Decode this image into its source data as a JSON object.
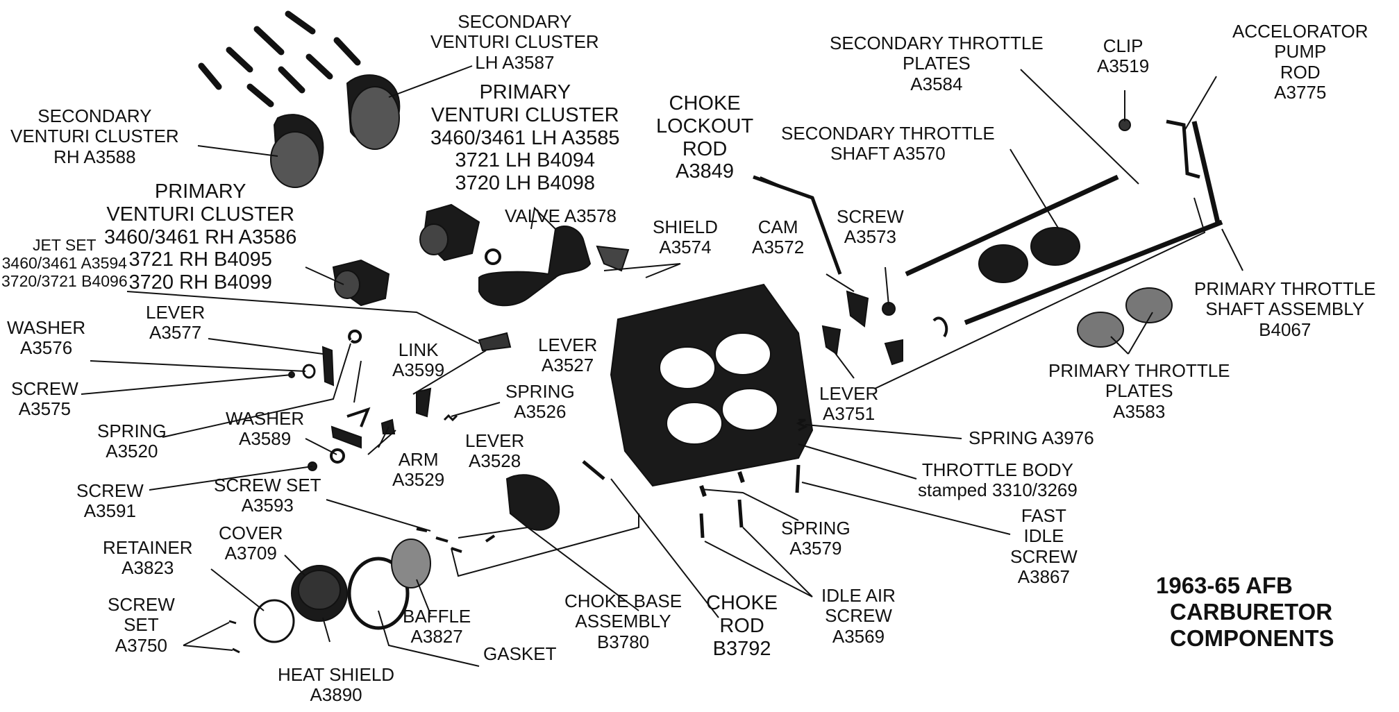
{
  "title": {
    "lines": [
      "1963-65 AFB",
      "CARBURETOR",
      "COMPONENTS"
    ]
  },
  "labels": [
    {
      "id": "secondary-venturi-lh",
      "lines": [
        "SECONDARY",
        "VENTURI CLUSTER",
        "LH  A3587"
      ]
    },
    {
      "id": "primary-venturi-lh",
      "lines": [
        "PRIMARY",
        "VENTURI CLUSTER",
        "3460/3461  LH  A3585",
        "3721  LH  B4094",
        "3720  LH  B4098"
      ]
    },
    {
      "id": "secondary-venturi-rh",
      "lines": [
        "SECONDARY",
        "VENTURI CLUSTER",
        "RH  A3588"
      ]
    },
    {
      "id": "primary-venturi-rh",
      "lines": [
        "PRIMARY",
        "VENTURI CLUSTER",
        "3460/3461  RH  A3586",
        "3721  RH  B4095",
        "3720  RH  B4099"
      ]
    },
    {
      "id": "jet-set",
      "lines": [
        "JET SET",
        "3460/3461 A3594",
        "3720/3721 B4096"
      ]
    },
    {
      "id": "washer-a3576",
      "lines": [
        "WASHER",
        "A3576"
      ]
    },
    {
      "id": "lever-a3577",
      "lines": [
        "LEVER",
        "A3577"
      ]
    },
    {
      "id": "screw-a3575",
      "lines": [
        "SCREW",
        "A3575"
      ]
    },
    {
      "id": "spring-a3520",
      "lines": [
        "SPRING",
        "A3520"
      ]
    },
    {
      "id": "link-a3599",
      "lines": [
        "LINK",
        "A3599"
      ]
    },
    {
      "id": "lever-a3527",
      "lines": [
        "LEVER",
        "A3527"
      ]
    },
    {
      "id": "spring-a3526",
      "lines": [
        "SPRING",
        "A3526"
      ]
    },
    {
      "id": "washer-a3589",
      "lines": [
        "WASHER",
        "A3589"
      ]
    },
    {
      "id": "arm-a3529",
      "lines": [
        "ARM",
        "A3529"
      ]
    },
    {
      "id": "lever-a3528",
      "lines": [
        "LEVER",
        "A3528"
      ]
    },
    {
      "id": "screw-a3591",
      "lines": [
        "SCREW",
        "A3591"
      ]
    },
    {
      "id": "screw-set-a3593",
      "lines": [
        "SCREW SET",
        "A3593"
      ]
    },
    {
      "id": "retainer-a3823",
      "lines": [
        "RETAINER",
        "A3823"
      ]
    },
    {
      "id": "cover-a3709",
      "lines": [
        "COVER",
        "A3709"
      ]
    },
    {
      "id": "screw-set-a3750",
      "lines": [
        "SCREW",
        "SET",
        "A3750"
      ]
    },
    {
      "id": "baffle-a3827",
      "lines": [
        "BAFFLE",
        "A3827"
      ]
    },
    {
      "id": "gasket",
      "lines": [
        "GASKET"
      ]
    },
    {
      "id": "heat-shield-a3890",
      "lines": [
        "HEAT SHIELD",
        "A3890"
      ]
    },
    {
      "id": "choke-base-assembly",
      "lines": [
        "CHOKE BASE",
        "ASSEMBLY",
        "B3780"
      ]
    },
    {
      "id": "choke-rod-b3792",
      "lines": [
        "CHOKE",
        "ROD",
        "B3792"
      ]
    },
    {
      "id": "valve-a3578",
      "lines": [
        "VALVE  A3578"
      ]
    },
    {
      "id": "shield-a3574",
      "lines": [
        "SHIELD",
        "A3574"
      ]
    },
    {
      "id": "choke-lockout-rod",
      "lines": [
        "CHOKE",
        "LOCKOUT",
        "ROD",
        "A3849"
      ]
    },
    {
      "id": "cam-a3572",
      "lines": [
        "CAM",
        "A3572"
      ]
    },
    {
      "id": "screw-a3573",
      "lines": [
        "SCREW",
        "A3573"
      ]
    },
    {
      "id": "lever-a3751",
      "lines": [
        "LEVER",
        "A3751"
      ]
    },
    {
      "id": "spring-a3976",
      "lines": [
        "SPRING A3976"
      ]
    },
    {
      "id": "throttle-body",
      "lines": [
        "THROTTLE BODY",
        "stamped 3310/3269"
      ]
    },
    {
      "id": "fast-idle-screw",
      "lines": [
        "FAST",
        "IDLE",
        "SCREW",
        "A3867"
      ]
    },
    {
      "id": "spring-a3579",
      "lines": [
        "SPRING",
        "A3579"
      ]
    },
    {
      "id": "idle-air-screw",
      "lines": [
        "IDLE AIR",
        "SCREW",
        "A3569"
      ]
    },
    {
      "id": "secondary-throttle-plates",
      "lines": [
        "SECONDARY THROTTLE",
        "PLATES",
        "A3584"
      ]
    },
    {
      "id": "secondary-throttle-shaft",
      "lines": [
        "SECONDARY THROTTLE",
        "SHAFT  A3570"
      ]
    },
    {
      "id": "clip-a3519",
      "lines": [
        "CLIP",
        "A3519"
      ]
    },
    {
      "id": "accelerator-pump-rod",
      "lines": [
        "ACCELORATOR",
        "PUMP",
        "ROD",
        "A3775"
      ]
    },
    {
      "id": "primary-throttle-shaft",
      "lines": [
        "PRIMARY THROTTLE",
        "SHAFT ASSEMBLY",
        "B4067"
      ]
    },
    {
      "id": "primary-throttle-plates",
      "lines": [
        "PRIMARY THROTTLE",
        "PLATES",
        "A3583"
      ]
    }
  ]
}
